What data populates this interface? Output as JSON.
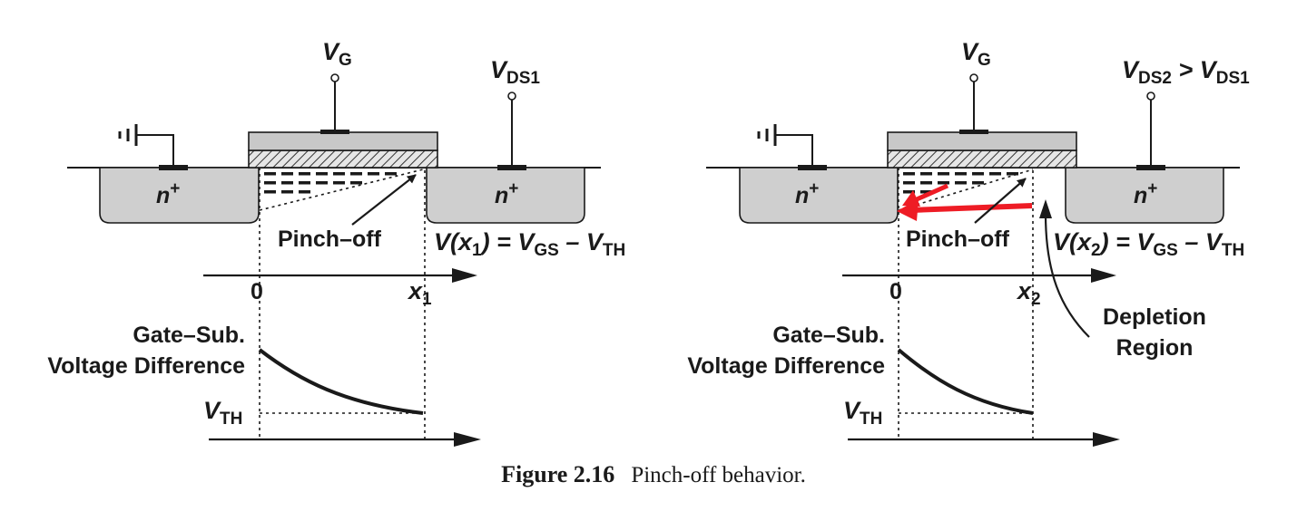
{
  "left_panel": {
    "vg_main": "V",
    "vg_sub": "G",
    "vds_main": "V",
    "vds_sub": "DS1",
    "source_region": "n",
    "drain_region": "n",
    "plus": "+",
    "pinch_off": "Pinch–off",
    "eq_v": "V(",
    "eq_x": "x",
    "eq_x_sub": "1",
    "eq_rest": ") = V",
    "eq_gs": "GS",
    "eq_minus": " – V",
    "eq_th": "TH",
    "axis_zero": "0",
    "axis_x": "x",
    "axis_x_sub": "1",
    "plot_label_line1": "Gate–Sub.",
    "plot_label_line2": "Voltage Difference",
    "vth_main": "V",
    "vth_sub": "TH"
  },
  "right_panel": {
    "vg_main": "V",
    "vg_sub": "G",
    "vds_main": "V",
    "vds_sub": "DS2",
    "vds_cmp": " > V",
    "vds_cmp_sub": "DS1",
    "source_region": "n",
    "drain_region": "n",
    "plus": "+",
    "pinch_off": "Pinch–off",
    "eq_v": "V(",
    "eq_x": "x",
    "eq_x_sub": "2",
    "eq_rest": ") = V",
    "eq_gs": "GS",
    "eq_minus": " – V",
    "eq_th": "TH",
    "axis_zero": "0",
    "axis_x": "x",
    "axis_x_sub": "2",
    "depletion_line1": "Depletion",
    "depletion_line2": "Region",
    "plot_label_line1": "Gate–Sub.",
    "plot_label_line2": "Voltage Difference",
    "vth_main": "V",
    "vth_sub": "TH"
  },
  "caption": {
    "figure_label": "Figure 2.16",
    "text": "Pinch-off behavior."
  },
  "colors": {
    "ink": "#1a1a1a",
    "well_fill": "#cfcfcf",
    "gate_fill": "#c8c8c8",
    "arrow_red": "#ee1c25"
  }
}
